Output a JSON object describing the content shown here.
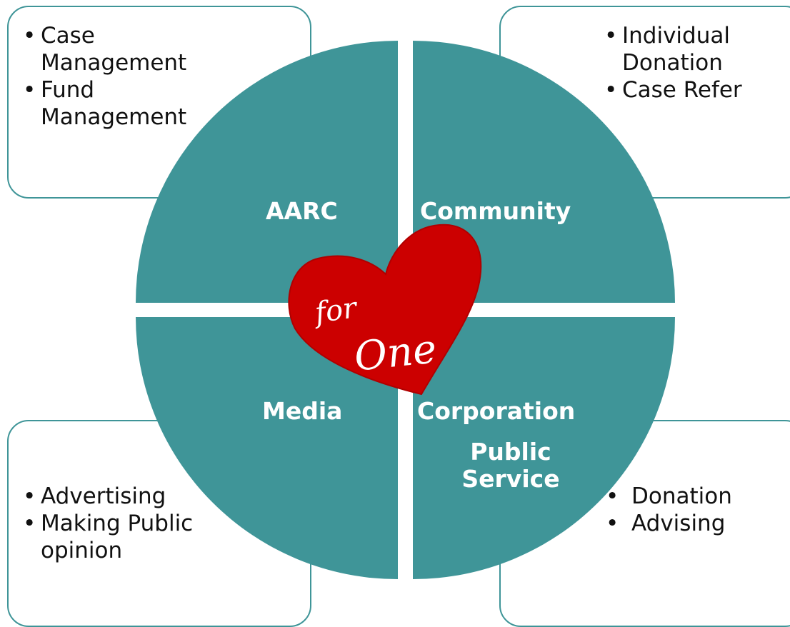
{
  "colors": {
    "quadrant": "#3f9598",
    "box_border": "#3f9598",
    "heart": "#cc0000",
    "label_text": "#ffffff",
    "list_text": "#111111"
  },
  "center": {
    "line1": "for",
    "line2": "One"
  },
  "quadrants": {
    "top_left": {
      "label": "AARC",
      "items": [
        "Case Management",
        "Fund Management"
      ]
    },
    "top_right": {
      "label": "Community",
      "items": [
        "Individual Donation",
        "Case Refer"
      ]
    },
    "bottom_left": {
      "label": "Media",
      "items": [
        "Advertising",
        "Making Public opinion"
      ]
    },
    "bottom_right": {
      "label": "Corporation",
      "sublabel": "Public Service",
      "items": [
        "Donation",
        "Advising"
      ]
    }
  }
}
